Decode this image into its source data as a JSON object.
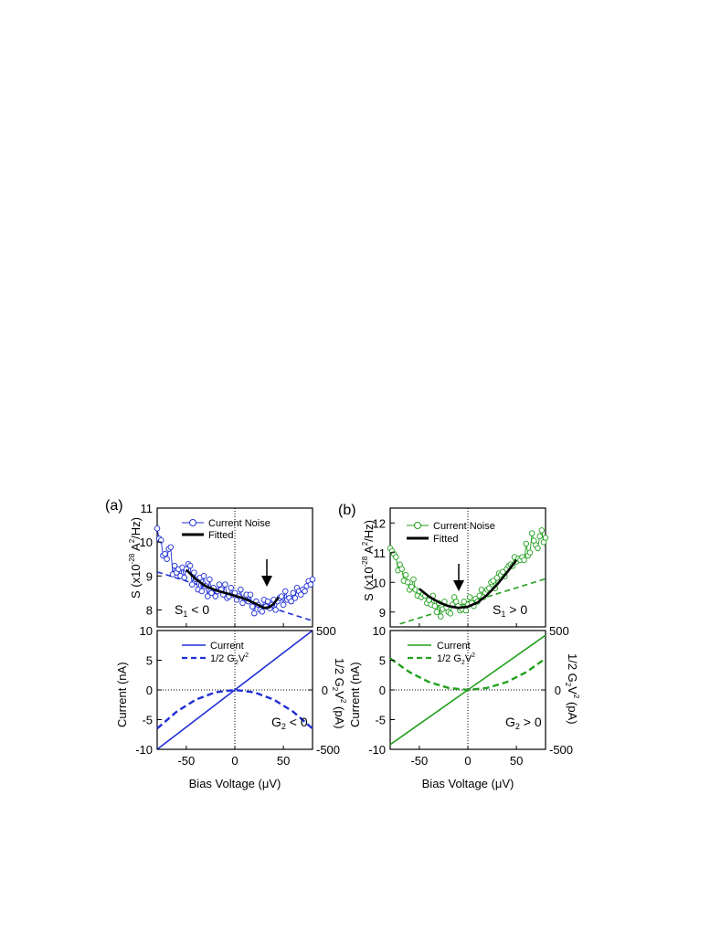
{
  "panels": [
    {
      "label": "(a)",
      "color": "#1f2fd6",
      "noise": {
        "ylabel": "S (x10",
        "ylabel_exp": "-28",
        "ylabel_tail": " A",
        "ylabel_sq": "2",
        "ylabel_end": "/Hz)",
        "legend_noise": "Current Noise",
        "legend_fit": "Fitted",
        "annotation": "S",
        "annotation_sub": "1",
        "annotation_tail": " < 0"
      },
      "iv": {
        "ylabel_left": "Current (nA)",
        "ylabel_right": "1/2 G",
        "ylabel_right_sub": "2",
        "ylabel_right_v": "V",
        "ylabel_right_sq": "2",
        "ylabel_right_tail": " (pA)",
        "legend_current": "Current",
        "legend_quad": "1/2 G",
        "legend_quad_sub": "2",
        "legend_quad_v": "V",
        "legend_quad_sq": "2",
        "annotation": "G",
        "annotation_sub": "2",
        "annotation_tail": " < 0",
        "xlabel": "Bias Voltage (μV)"
      }
    },
    {
      "label": "(b)",
      "color": "#22a01e",
      "noise": {
        "ylabel": "S (x10",
        "ylabel_exp": "-28",
        "ylabel_tail": " A",
        "ylabel_sq": "2",
        "ylabel_end": "/Hz)",
        "legend_noise": "Current Noise",
        "legend_fit": "Fitted",
        "annotation": "S",
        "annotation_sub": "1",
        "annotation_tail": " > 0"
      },
      "iv": {
        "ylabel_left": "Current (nA)",
        "ylabel_right": "1/2 G",
        "ylabel_right_sub": "2",
        "ylabel_right_v": "V",
        "ylabel_right_sq": "2",
        "ylabel_right_tail": " (pA)",
        "legend_current": "Current",
        "legend_quad": "1/2 G",
        "legend_quad_sub": "2",
        "legend_quad_v": "V",
        "legend_quad_sq": "2",
        "annotation": "G",
        "annotation_sub": "2",
        "annotation_tail": " > 0",
        "xlabel": "Bias Voltage (μV)"
      }
    }
  ],
  "chart_data": [
    {
      "type": "line",
      "panel": "(a) top",
      "xlim": [
        -80,
        80
      ],
      "ylim": [
        7.5,
        11
      ],
      "yticks": [
        8,
        9,
        10,
        11
      ],
      "xticks": [
        -50,
        0,
        50
      ],
      "series": [
        {
          "name": "Current Noise",
          "x": [
            -80,
            -78,
            -76,
            -74,
            -72,
            -70,
            -68,
            -66,
            -64,
            -62,
            -60,
            -58,
            -56,
            -54,
            -52,
            -50,
            -48,
            -46,
            -44,
            -42,
            -40,
            -38,
            -36,
            -34,
            -32,
            -30,
            -28,
            -26,
            -24,
            -22,
            -20,
            -18,
            -16,
            -14,
            -12,
            -10,
            -8,
            -6,
            -4,
            -2,
            0,
            2,
            4,
            6,
            8,
            10,
            12,
            14,
            16,
            18,
            20,
            22,
            24,
            26,
            28,
            30,
            32,
            34,
            36,
            38,
            40,
            42,
            44,
            46,
            48,
            50,
            52,
            54,
            56,
            58,
            60,
            62,
            64,
            66,
            68,
            70,
            72,
            74,
            76,
            78,
            80
          ],
          "y": [
            10.4,
            10.1,
            10.05,
            9.6,
            9.65,
            9.5,
            9.8,
            9.85,
            9.05,
            9.3,
            9.1,
            9.2,
            9.0,
            9.25,
            8.95,
            9.2,
            9.35,
            9.3,
            8.75,
            9.1,
            8.9,
            8.6,
            8.95,
            8.55,
            9.0,
            8.7,
            8.4,
            8.9,
            8.5,
            8.65,
            8.4,
            8.55,
            8.75,
            8.6,
            8.45,
            8.75,
            8.35,
            8.4,
            8.65,
            8.45,
            8.5,
            8.3,
            8.4,
            8.6,
            8.2,
            8.35,
            8.45,
            8.25,
            8.45,
            8.1,
            7.9,
            8.25,
            8.15,
            8.0,
            7.95,
            8.3,
            8.1,
            8.25,
            8.05,
            8.15,
            8.3,
            8.0,
            8.25,
            8.35,
            8.4,
            8.15,
            8.55,
            8.3,
            8.35,
            8.25,
            8.5,
            8.35,
            8.65,
            8.55,
            8.45,
            8.6,
            8.55,
            8.7,
            8.85,
            8.75,
            8.9
          ]
        },
        {
          "name": "Fitted",
          "x": [
            -50,
            -40,
            -30,
            -20,
            -10,
            0,
            10,
            20,
            30,
            35,
            40,
            45
          ],
          "y": [
            9.18,
            8.9,
            8.7,
            8.58,
            8.5,
            8.42,
            8.33,
            8.2,
            8.06,
            8.07,
            8.18,
            8.37
          ]
        },
        {
          "name": "",
          "x": [
            -80,
            80
          ],
          "y": [
            9.12,
            7.68
          ]
        }
      ]
    },
    {
      "type": "line",
      "panel": "(a) bottom",
      "xlim": [
        -80,
        80
      ],
      "ylim_left": [
        -10,
        10
      ],
      "ylim_right": [
        -500,
        500
      ],
      "yticks_left": [
        -10,
        -5,
        0,
        5,
        10
      ],
      "yticks_right": [
        -500,
        0,
        500
      ],
      "xticks": [
        -50,
        0,
        50
      ],
      "series": [
        {
          "name": "Current",
          "axis": "left",
          "x": [
            -80,
            80
          ],
          "y": [
            -10,
            10
          ]
        },
        {
          "name": "1/2 G2V2",
          "axis": "right",
          "x": [
            -80,
            -60,
            -40,
            -20,
            0,
            20,
            40,
            60,
            80
          ],
          "y": [
            -325,
            -183,
            -81,
            -20,
            0,
            -20,
            -81,
            -183,
            -325
          ]
        }
      ]
    },
    {
      "type": "line",
      "panel": "(b) top",
      "xlim": [
        -80,
        80
      ],
      "ylim": [
        8.5,
        12.5
      ],
      "yticks": [
        9,
        10,
        11,
        12
      ],
      "xticks": [
        -50,
        0,
        50
      ],
      "series": [
        {
          "name": "Current Noise",
          "x": [
            -80,
            -78,
            -76,
            -74,
            -72,
            -70,
            -68,
            -66,
            -64,
            -62,
            -60,
            -58,
            -56,
            -54,
            -52,
            -50,
            -48,
            -46,
            -44,
            -42,
            -40,
            -38,
            -36,
            -34,
            -32,
            -30,
            -28,
            -26,
            -24,
            -22,
            -20,
            -18,
            -16,
            -14,
            -12,
            -10,
            -8,
            -6,
            -4,
            -2,
            0,
            2,
            4,
            6,
            8,
            10,
            12,
            14,
            16,
            18,
            20,
            22,
            24,
            26,
            28,
            30,
            32,
            34,
            36,
            38,
            40,
            42,
            44,
            46,
            48,
            50,
            52,
            54,
            56,
            58,
            60,
            62,
            64,
            66,
            68,
            70,
            72,
            74,
            76,
            78,
            80
          ],
          "y": [
            11.15,
            11.05,
            10.95,
            10.85,
            10.4,
            10.6,
            10.45,
            10.05,
            10.25,
            10.0,
            9.75,
            9.85,
            10.1,
            9.75,
            9.55,
            9.7,
            9.5,
            9.6,
            9.55,
            9.3,
            9.4,
            9.25,
            9.55,
            9.2,
            9.0,
            9.3,
            8.85,
            9.1,
            9.35,
            9.15,
            9.0,
            8.95,
            9.25,
            9.5,
            9.35,
            9.2,
            9.05,
            9.1,
            9.35,
            9.05,
            9.25,
            9.5,
            9.3,
            9.2,
            9.45,
            9.35,
            9.55,
            9.75,
            9.5,
            9.65,
            9.75,
            9.8,
            10.0,
            10.05,
            9.8,
            10.15,
            10.3,
            10.25,
            10.35,
            10.2,
            10.45,
            10.55,
            10.6,
            10.55,
            10.85,
            10.7,
            10.8,
            10.75,
            10.85,
            10.75,
            11.3,
            10.9,
            11.0,
            11.65,
            11.4,
            11.25,
            11.15,
            11.55,
            11.75,
            11.35,
            11.5
          ]
        },
        {
          "name": "Fitted",
          "x": [
            -50,
            -40,
            -30,
            -20,
            -10,
            0,
            10,
            20,
            30,
            40,
            50
          ],
          "y": [
            9.78,
            9.52,
            9.33,
            9.2,
            9.14,
            9.18,
            9.32,
            9.58,
            9.92,
            10.32,
            10.75
          ]
        },
        {
          "name": "",
          "x": [
            -70,
            80
          ],
          "y": [
            8.6,
            10.12
          ]
        }
      ]
    },
    {
      "type": "line",
      "panel": "(b) bottom",
      "xlim": [
        -80,
        80
      ],
      "ylim_left": [
        -10,
        10
      ],
      "ylim_right": [
        -500,
        500
      ],
      "yticks_left": [
        -10,
        -5,
        0,
        5,
        10
      ],
      "yticks_right": [
        -500,
        0,
        500
      ],
      "xticks": [
        -50,
        0,
        50
      ],
      "series": [
        {
          "name": "Current",
          "axis": "left",
          "x": [
            -80,
            80
          ],
          "y": [
            -9.2,
            9.2
          ]
        },
        {
          "name": "1/2 G2V2",
          "axis": "right",
          "x": [
            -80,
            -60,
            -40,
            -20,
            0,
            20,
            40,
            60,
            80
          ],
          "y": [
            265,
            149,
            66,
            17,
            0,
            17,
            66,
            149,
            265
          ]
        }
      ]
    }
  ]
}
